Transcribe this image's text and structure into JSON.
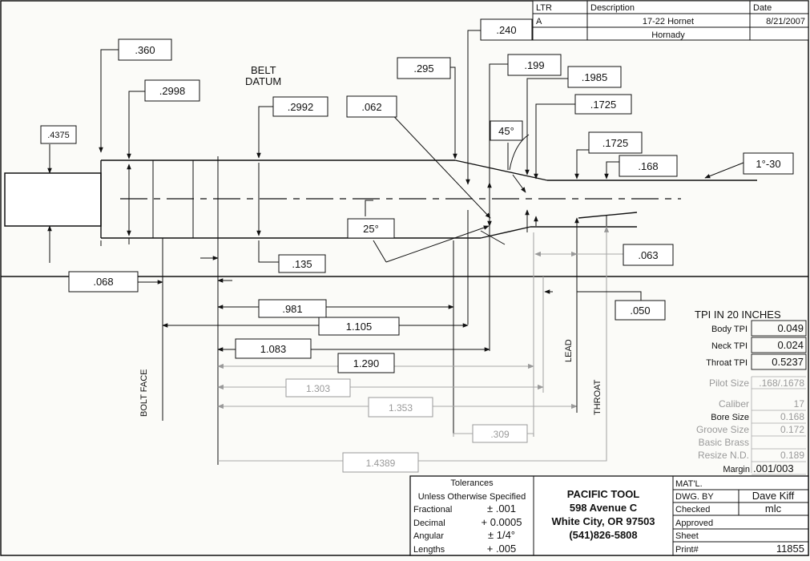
{
  "revision": {
    "headers": {
      "ltr": "LTR",
      "description": "Description",
      "date": "Date"
    },
    "ltr": "A",
    "description": "17-22 Hornet",
    "date": "8/21/2007",
    "manufacturer": "Hornady"
  },
  "labels": {
    "belt": "BELT",
    "datum": "DATUM",
    "bolt_face": "BOLT FACE",
    "lead": "LEAD",
    "throat": "THROAT",
    "angle_45": "45°",
    "angle_25": "25°",
    "angle_1_30": "1°-30"
  },
  "dimensions": {
    "d_4375": ".4375",
    "d_360": ".360",
    "d_2998": ".2998",
    "d_2992": ".2992",
    "d_062": ".062",
    "d_295": ".295",
    "d_240": ".240",
    "d_199": ".199",
    "d_1985": ".1985",
    "d_1725a": ".1725",
    "d_1725b": ".1725",
    "d_168": ".168",
    "d_068": ".068",
    "d_135": ".135",
    "d_063": ".063",
    "d_050": ".050",
    "d_981": ".981",
    "d_1105": "1.105",
    "d_1083": "1.083",
    "d_1290": "1.290",
    "d_1303": "1.303",
    "d_1353": "1.353",
    "d_309": ".309",
    "d_14389": "1.4389"
  },
  "tpi": {
    "title": "TPI IN 20  INCHES",
    "rows": [
      {
        "label": "Body TPI",
        "value": "0.049"
      },
      {
        "label": "Neck TPI",
        "value": "0.024"
      },
      {
        "label": "Throat TPI",
        "value": "0.5237"
      },
      {
        "label": "Pilot Size",
        "value": ".168/.1678"
      },
      {
        "label": "Caliber",
        "value": "17"
      },
      {
        "label": "Bore Size",
        "value": "0.168"
      },
      {
        "label": "Groove Size",
        "value": "0.172"
      },
      {
        "label": "Basic Brass",
        "value": ""
      },
      {
        "label": "Resize N.D.",
        "value": "0.189"
      },
      {
        "label": "Margin",
        "value": ".001/003"
      }
    ]
  },
  "tolerances": {
    "title": "Tolerances",
    "subtitle": "Unless Otherwise Specified",
    "rows": [
      {
        "label": "Fractional",
        "value": "± .001"
      },
      {
        "label": "Decimal",
        "value": "+ 0.0005"
      },
      {
        "label": "Angular",
        "value": "± 1/4°"
      },
      {
        "label": "Lengths",
        "value": "+ .005"
      }
    ]
  },
  "company": {
    "name": "PACIFIC TOOL",
    "street": "598 Avenue C",
    "city": "White City, OR 97503",
    "phone": "(541)826-5808"
  },
  "signoff": {
    "matl": "MAT'L.",
    "dwg_by_label": "DWG. BY",
    "dwg_by": "Dave Kiff",
    "checked_label": "Checked",
    "checked": "mlc",
    "approved_label": "Approved",
    "sheet_label": "Sheet",
    "print_label": "Print#",
    "print": "11855"
  }
}
